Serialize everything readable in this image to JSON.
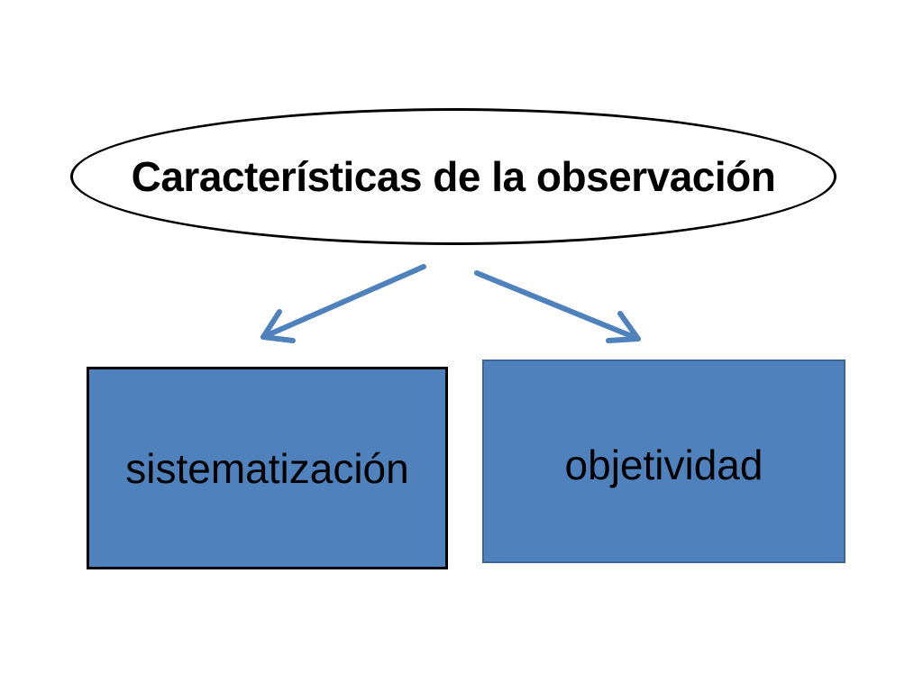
{
  "title": "Características de la observación",
  "items": [
    {
      "label": "sistematización"
    },
    {
      "label": "objetividad"
    }
  ],
  "colors": {
    "box_fill": "#4f81bd",
    "arrow": "#4f81bd",
    "box_border_left": "#000000",
    "box_border_right": "#3d6796",
    "text": "#000000",
    "background": "#ffffff"
  }
}
